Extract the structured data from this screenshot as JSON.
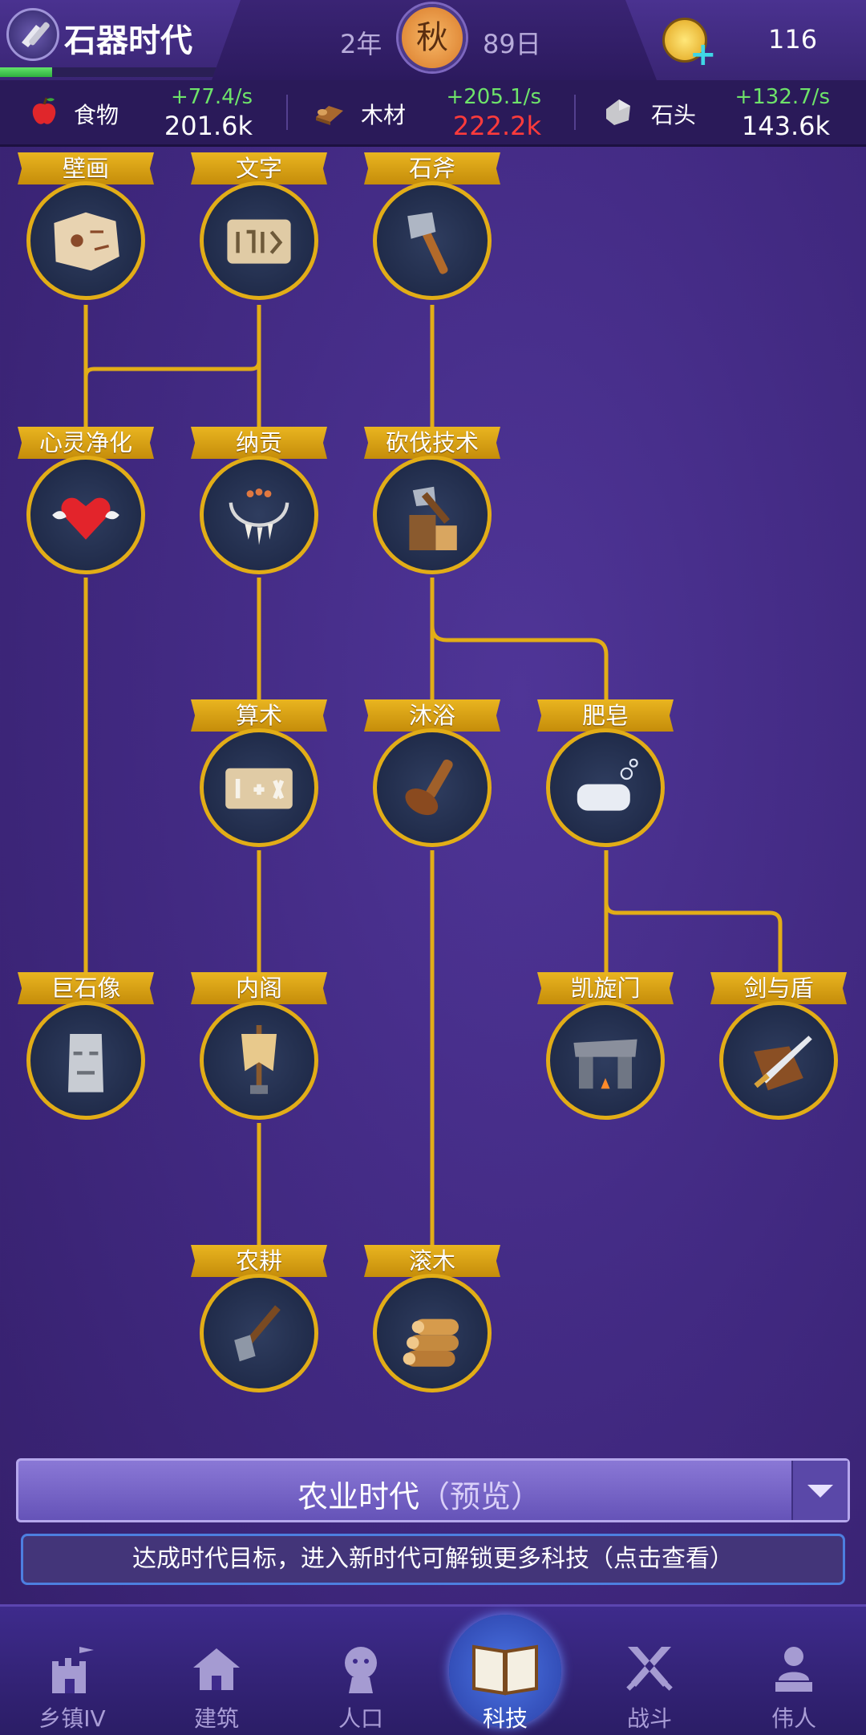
{
  "header": {
    "era_title": "石器时代",
    "era_progress_pct": 24,
    "year": "2年",
    "season": "秋",
    "day": "89日",
    "gold": "116"
  },
  "resources": [
    {
      "label": "食物",
      "rate": "+77.4/s",
      "amount": "201.6k",
      "amount_color": "#ffffff"
    },
    {
      "label": "木材",
      "rate": "+205.1/s",
      "amount": "222.2k",
      "amount_color": "#ff3b3b"
    },
    {
      "label": "石头",
      "rate": "+132.7/s",
      "amount": "143.6k",
      "amount_color": "#ffffff"
    }
  ],
  "tech_tree": [
    {
      "label": "壁画",
      "icon": "cave-painting-icon"
    },
    {
      "label": "文字",
      "icon": "writing-tablet-icon"
    },
    {
      "label": "石斧",
      "icon": "stone-axe-icon"
    },
    {
      "label": "心灵净化",
      "icon": "winged-heart-icon"
    },
    {
      "label": "纳贡",
      "icon": "tooth-necklace-icon"
    },
    {
      "label": "砍伐技术",
      "icon": "chopping-axe-icon"
    },
    {
      "label": "算术",
      "icon": "bone-math-icon"
    },
    {
      "label": "沐浴",
      "icon": "bath-brush-icon"
    },
    {
      "label": "肥皂",
      "icon": "soap-icon"
    },
    {
      "label": "巨石像",
      "icon": "moai-statue-icon"
    },
    {
      "label": "内阁",
      "icon": "banner-icon"
    },
    {
      "label": "凯旋门",
      "icon": "dolmen-gate-icon"
    },
    {
      "label": "剑与盾",
      "icon": "sword-shield-icon"
    },
    {
      "label": "农耕",
      "icon": "hoe-icon"
    },
    {
      "label": "滚木",
      "icon": "log-pile-icon"
    }
  ],
  "next_era": {
    "name": "农业时代",
    "preview": "（预览）"
  },
  "goal_text": "达成时代目标，进入新时代可解锁更多科技（点击查看）",
  "nav": [
    {
      "label": "乡镇IV",
      "icon": "castle-icon"
    },
    {
      "label": "建筑",
      "icon": "house-icon"
    },
    {
      "label": "人口",
      "icon": "person-head-icon"
    },
    {
      "label": "科技",
      "icon": "open-book-icon",
      "active": true
    },
    {
      "label": "战斗",
      "icon": "crossed-swords-icon"
    },
    {
      "label": "伟人",
      "icon": "statue-bust-icon"
    }
  ]
}
